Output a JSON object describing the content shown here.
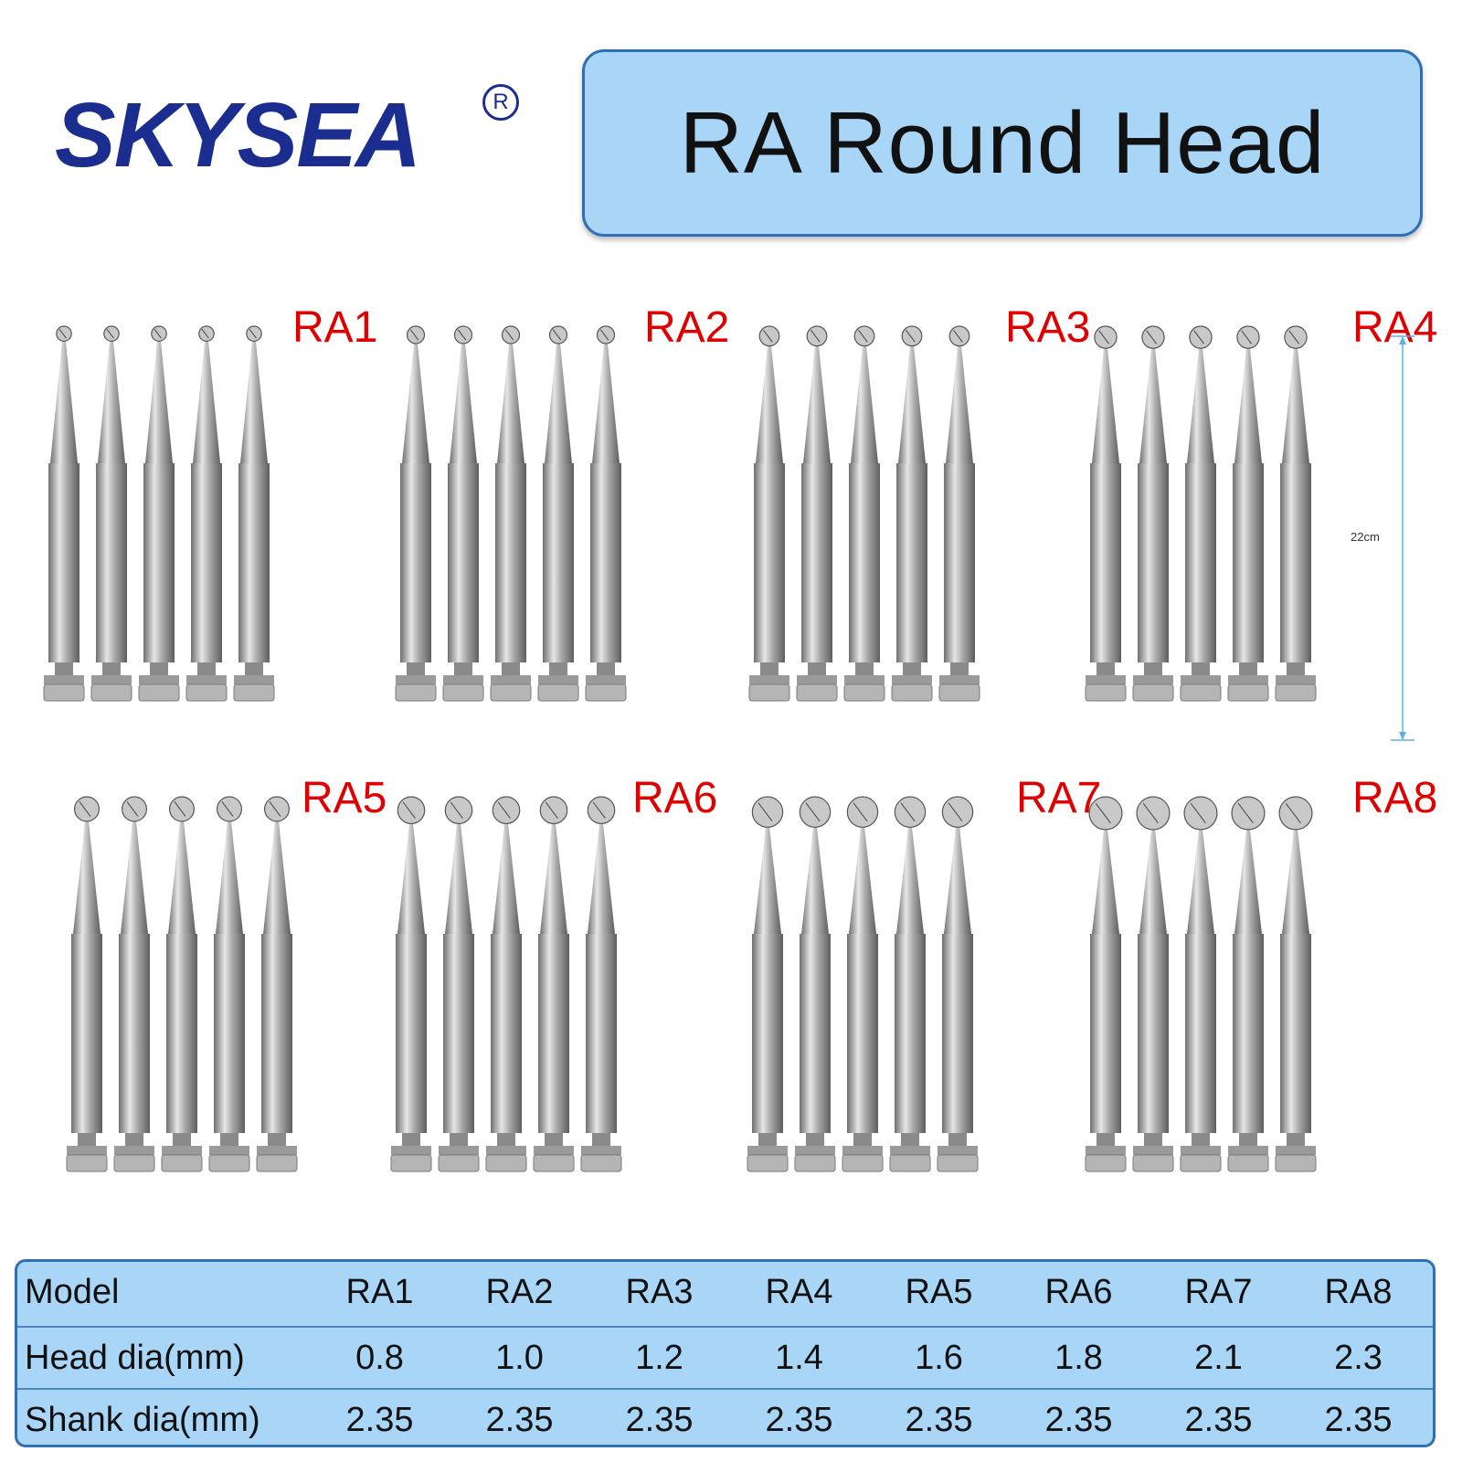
{
  "brand": {
    "name": "SKYSEA",
    "registered_mark": "R"
  },
  "title": "RA Round Head",
  "measurement_label": "22cm",
  "groups": [
    {
      "label": "RA1",
      "head_size": 0.8
    },
    {
      "label": "RA2",
      "head_size": 1.0
    },
    {
      "label": "RA3",
      "head_size": 1.2
    },
    {
      "label": "RA4",
      "head_size": 1.4
    },
    {
      "label": "RA5",
      "head_size": 1.6
    },
    {
      "label": "RA6",
      "head_size": 1.8
    },
    {
      "label": "RA7",
      "head_size": 2.1
    },
    {
      "label": "RA8",
      "head_size": 2.3
    }
  ],
  "spec_table": {
    "rows": [
      {
        "header": "Model",
        "values": [
          "RA1",
          "RA2",
          "RA3",
          "RA4",
          "RA5",
          "RA6",
          "RA7",
          "RA8"
        ]
      },
      {
        "header": "Head dia(mm)",
        "values": [
          "0.8",
          "1.0",
          "1.2",
          "1.4",
          "1.6",
          "1.8",
          "2.1",
          "2.3"
        ]
      },
      {
        "header": "Shank dia(mm)",
        "values": [
          "2.35",
          "2.35",
          "2.35",
          "2.35",
          "2.35",
          "2.35",
          "2.35",
          "2.35"
        ]
      }
    ]
  },
  "colors": {
    "brand_blue": "#1b2e8f",
    "label_red": "#e00000",
    "box_fill": "#a9d6f7",
    "box_border": "#2f6fb4",
    "metal": "#b0b0b0"
  }
}
